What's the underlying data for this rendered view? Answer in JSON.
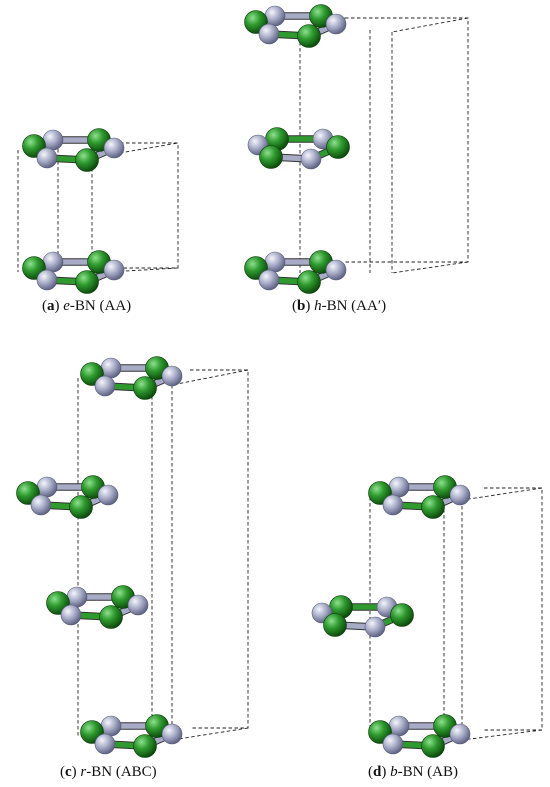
{
  "panels": {
    "a": {
      "letter": "a",
      "prefix": "e",
      "rest": "-BN (AA)"
    },
    "b": {
      "letter": "b",
      "prefix": "h",
      "rest": "-BN (AA′)"
    },
    "c": {
      "letter": "c",
      "prefix": "r",
      "rest": "-BN (ABC)"
    },
    "d": {
      "letter": "d",
      "prefix": "b",
      "rest": "-BN (AB)"
    }
  },
  "colors": {
    "boron": "#a9adc8",
    "nitrogen": "#2f9b2f",
    "bond_b": "#a7abc6",
    "bond_n": "#2f9b2f",
    "cell_line": "#222222"
  },
  "atoms": {
    "boron": "boron-atom",
    "nitrogen": "nitrogen-atom"
  }
}
